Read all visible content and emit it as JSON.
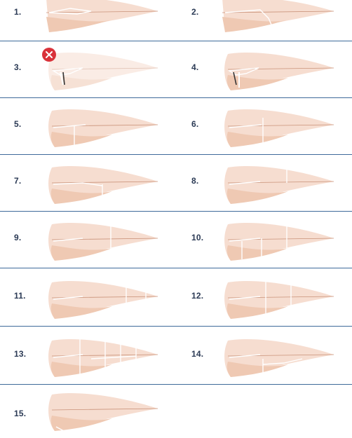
{
  "diagram": {
    "items": [
      {
        "label": "1.",
        "cut": "thin-strip"
      },
      {
        "label": "2.",
        "cut": "strip-diagonal"
      },
      {
        "label": "3.",
        "cut": "knife-in-belly",
        "wrong": true
      },
      {
        "label": "4.",
        "cut": "knife-in-belly"
      },
      {
        "label": "5.",
        "cut": "head-block"
      },
      {
        "label": "6.",
        "cut": "head-block-wide"
      },
      {
        "label": "7.",
        "cut": "belly-strip-vertical"
      },
      {
        "label": "8.",
        "cut": "loin-cut-top"
      },
      {
        "label": "9.",
        "cut": "loin-cut-full"
      },
      {
        "label": "10.",
        "cut": "loin-cut-multi"
      },
      {
        "label": "11.",
        "cut": "portions-three"
      },
      {
        "label": "12.",
        "cut": "portions-two"
      },
      {
        "label": "13.",
        "cut": "portions-grid"
      },
      {
        "label": "14.",
        "cut": "portions-grid-2"
      },
      {
        "label": "15.",
        "cut": "tail-belly"
      }
    ],
    "colors": {
      "fillet_light": "#f6ddd0",
      "fillet_mid": "#efc9b3",
      "fillet_dark": "#e8b89c",
      "lateral_line": "#c99178",
      "divider": "#3e6a9a",
      "label": "#2b3a55",
      "wrong_badge": "#d9323a"
    },
    "icons": {
      "wrong": "close-circle-icon",
      "knife": "knife-icon"
    }
  }
}
